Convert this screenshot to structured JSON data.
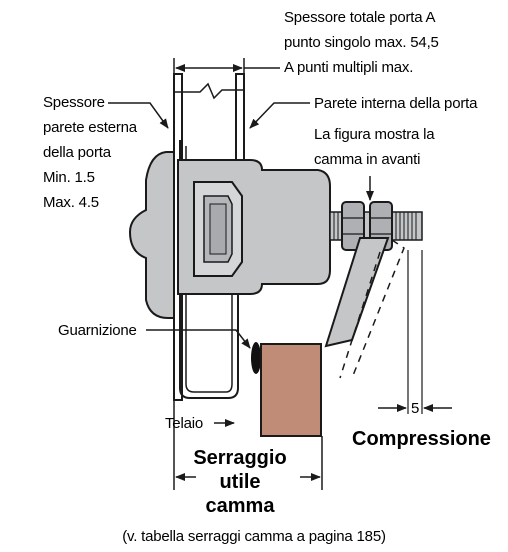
{
  "labels": {
    "total_thickness_title": "Spessore totale porta A",
    "single_point_max": "punto singolo max. 54,5",
    "multi_point_max": "A punti multipli max.",
    "outer_wall_line1": "Spessore",
    "outer_wall_line2": "parete esterna",
    "outer_wall_line3": "della porta",
    "outer_wall_min": "Min. 1.5",
    "outer_wall_max": "Max. 4.5",
    "inner_wall": "Parete interna della porta",
    "cam_forward_line1": "La figura mostra la",
    "cam_forward_line2": "camma in avanti",
    "gasket": "Guarnizione",
    "frame": "Telaio",
    "grip_line1": "Serraggio",
    "grip_line2": "utile",
    "grip_line3": "camma",
    "compression_value": "5",
    "compression": "Compressione",
    "footnote": "(v. tabella serraggi camma a pagina 185)"
  },
  "colors": {
    "body_gray": "#c4c6c8",
    "body_dark": "#8f9194",
    "cam_block": "#c08c77",
    "stroke": "#1a1a1a",
    "background": "#ffffff"
  }
}
